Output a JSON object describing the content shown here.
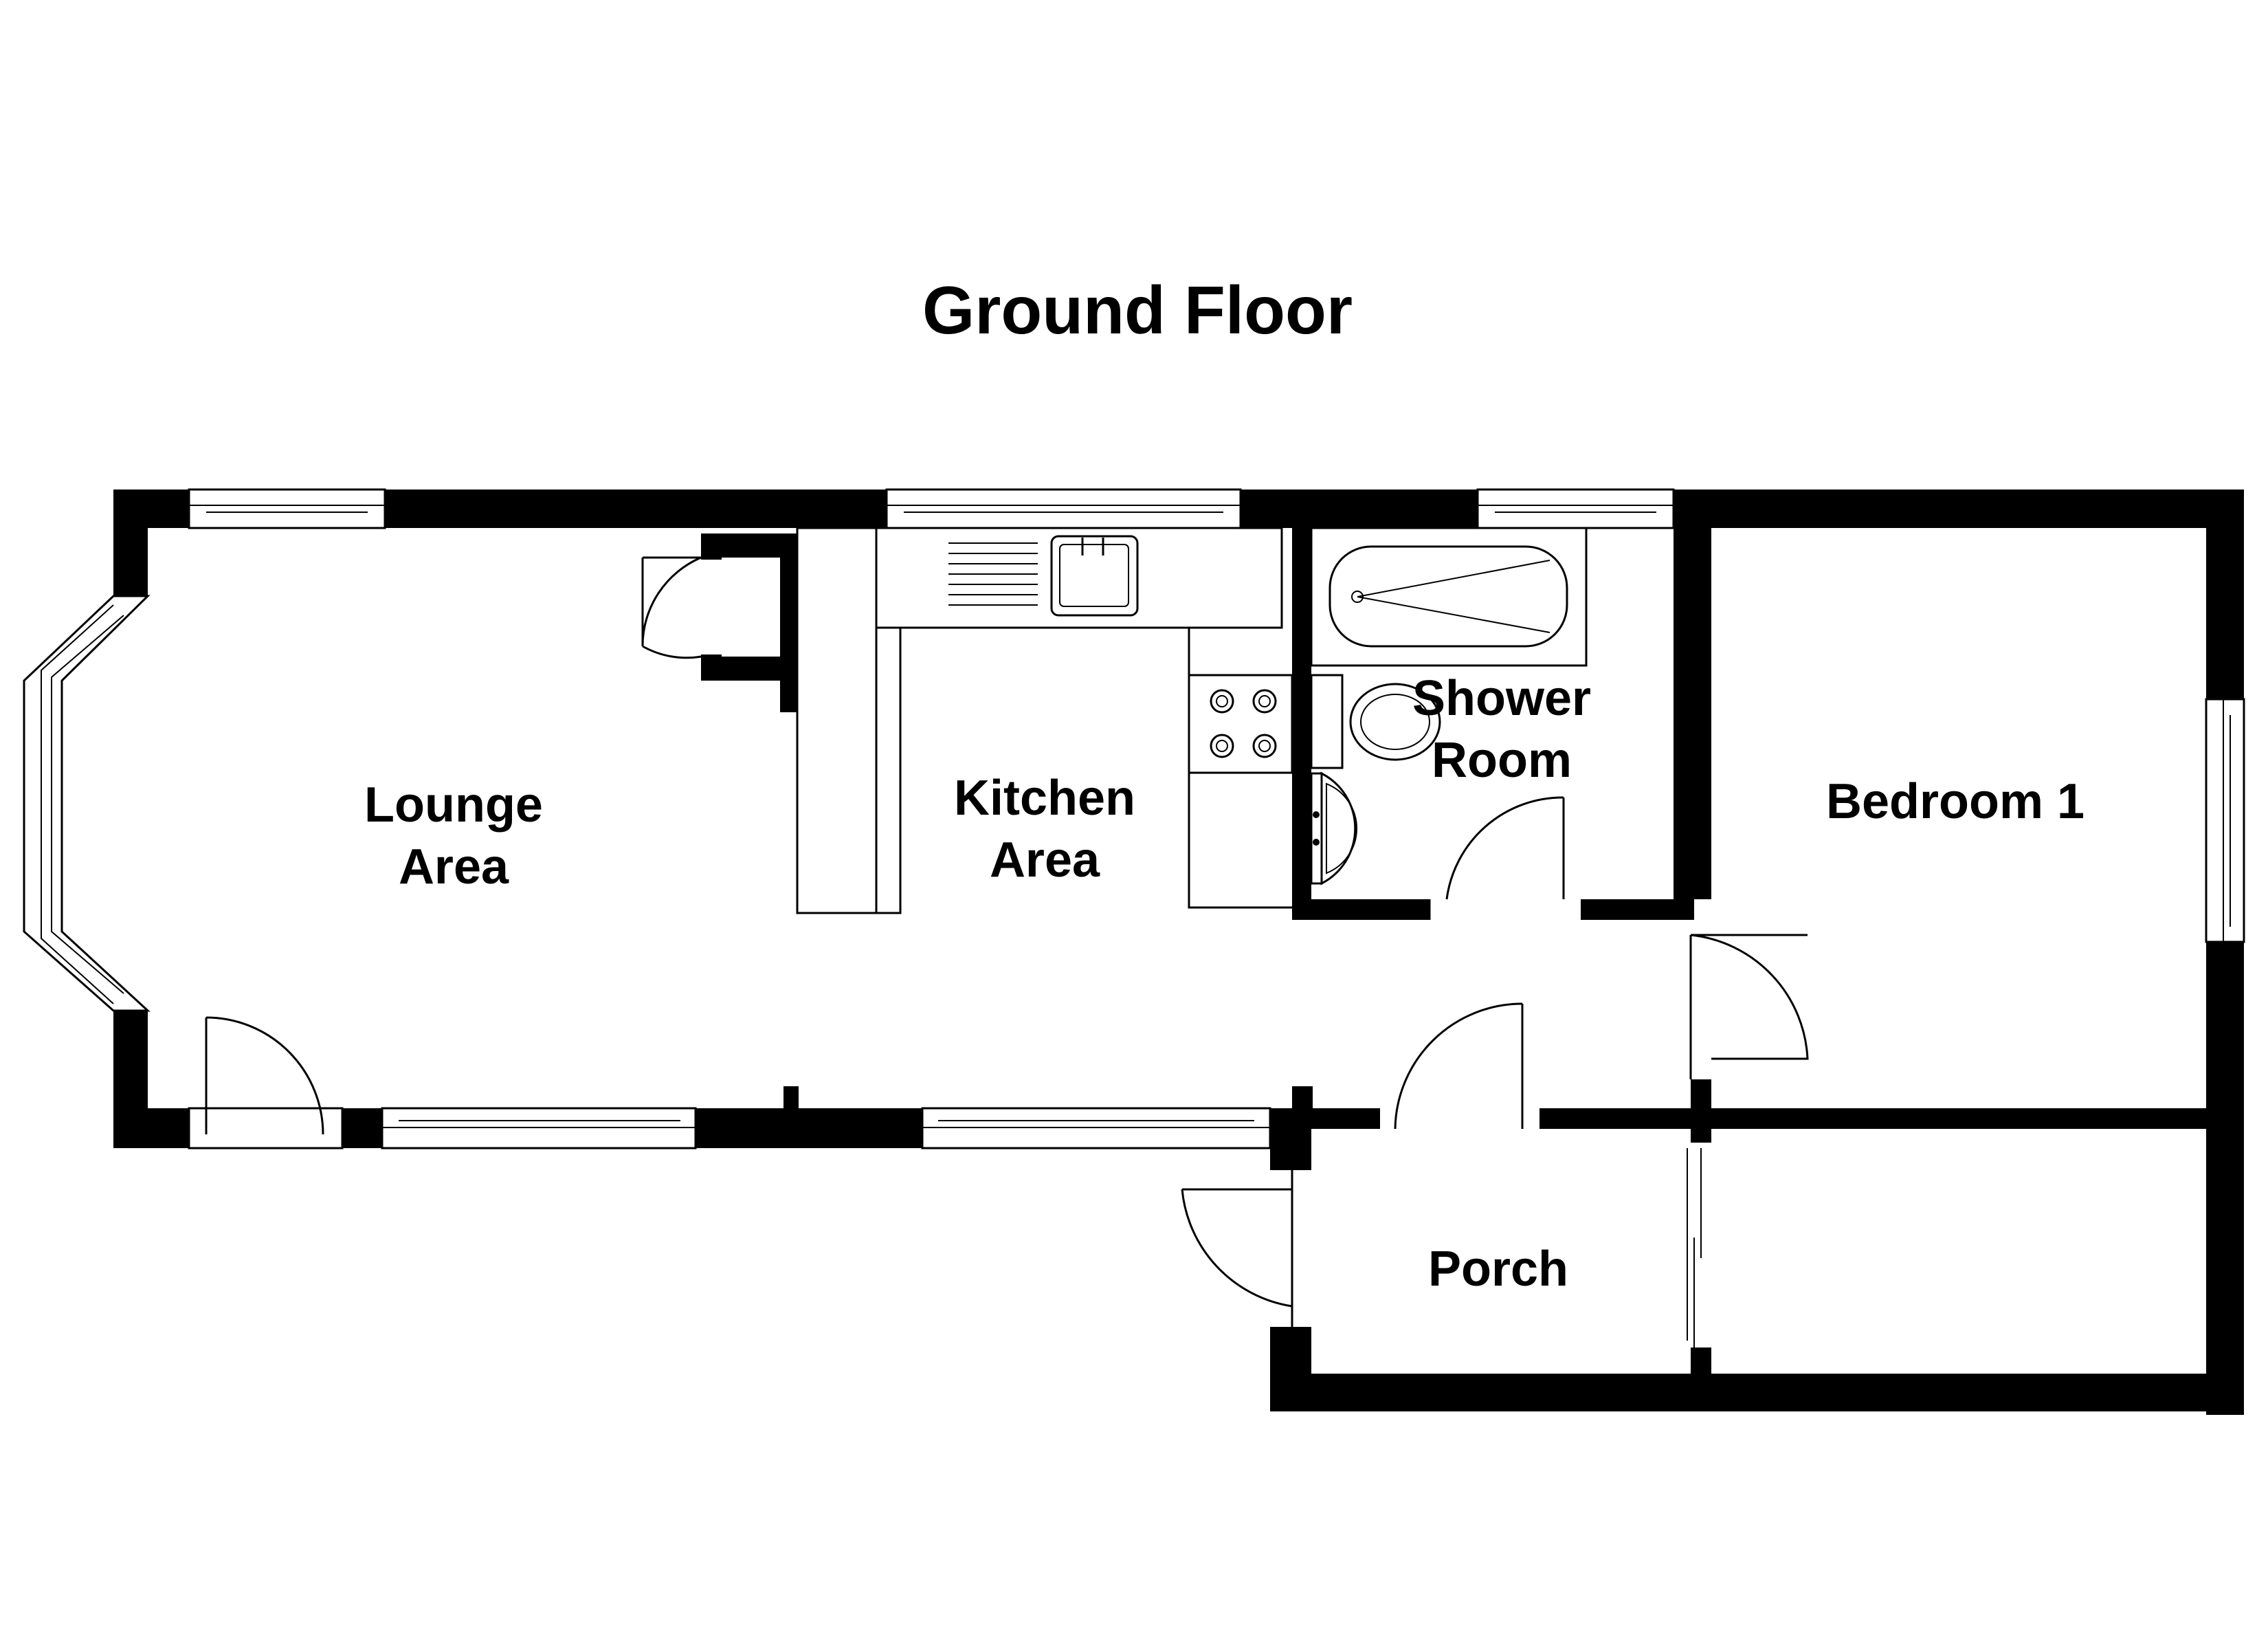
{
  "title": "Ground Floor",
  "rooms": {
    "lounge": [
      "Lounge",
      "Area"
    ],
    "kitchen": [
      "Kitchen",
      "Area"
    ],
    "shower": [
      "Shower",
      "Room"
    ],
    "bedroom": [
      "Bedroom 1"
    ],
    "porch": [
      "Porch"
    ]
  },
  "colors": {
    "wall": "#000000",
    "background": "#ffffff"
  }
}
